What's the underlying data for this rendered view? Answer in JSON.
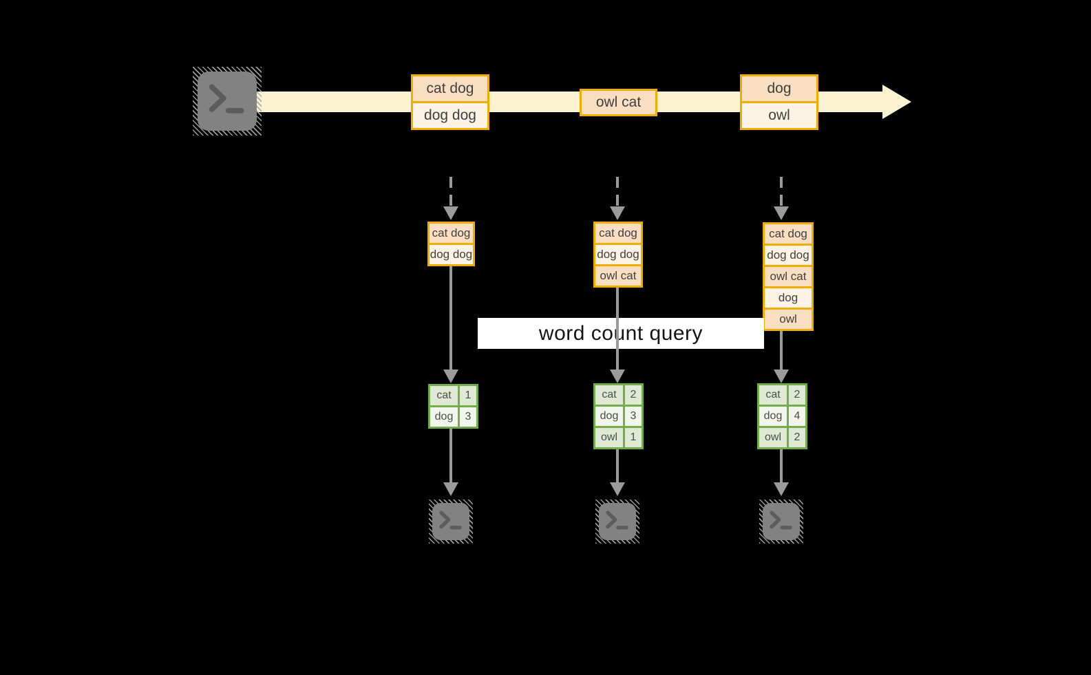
{
  "query_label": "word count query",
  "colors": {
    "background": "#000000",
    "stream_band": "#FAF2D0",
    "event_border": "#F0AD00",
    "event_fill_dark": "#FADEC2",
    "event_fill_light": "#FDF3E4",
    "table_border": "#72AD48",
    "table_fill_dark": "#DFE9D4",
    "table_fill_light": "#F2F5EE",
    "arrow_gray": "#9B9B9B",
    "terminal_gray": "#828282",
    "label_background": "#FFFFFF"
  },
  "icons": {
    "source": "terminal-icon",
    "sinks": [
      "terminal-icon",
      "terminal-icon",
      "terminal-icon"
    ]
  },
  "stream": {
    "events": [
      {
        "rows": [
          "cat dog",
          "dog dog"
        ]
      },
      {
        "rows": [
          "owl cat"
        ]
      },
      {
        "rows": [
          "dog",
          "owl"
        ]
      }
    ]
  },
  "states": [
    {
      "rows": [
        "cat dog",
        "dog dog"
      ]
    },
    {
      "rows": [
        "cat dog",
        "dog dog",
        "owl cat"
      ]
    },
    {
      "rows": [
        "cat dog",
        "dog dog",
        "owl cat",
        "dog",
        "owl"
      ]
    }
  ],
  "results": [
    {
      "rows": [
        [
          "cat",
          "1"
        ],
        [
          "dog",
          "3"
        ]
      ]
    },
    {
      "rows": [
        [
          "cat",
          "2"
        ],
        [
          "dog",
          "3"
        ],
        [
          "owl",
          "1"
        ]
      ]
    },
    {
      "rows": [
        [
          "cat",
          "2"
        ],
        [
          "dog",
          "4"
        ],
        [
          "owl",
          "2"
        ]
      ]
    }
  ]
}
